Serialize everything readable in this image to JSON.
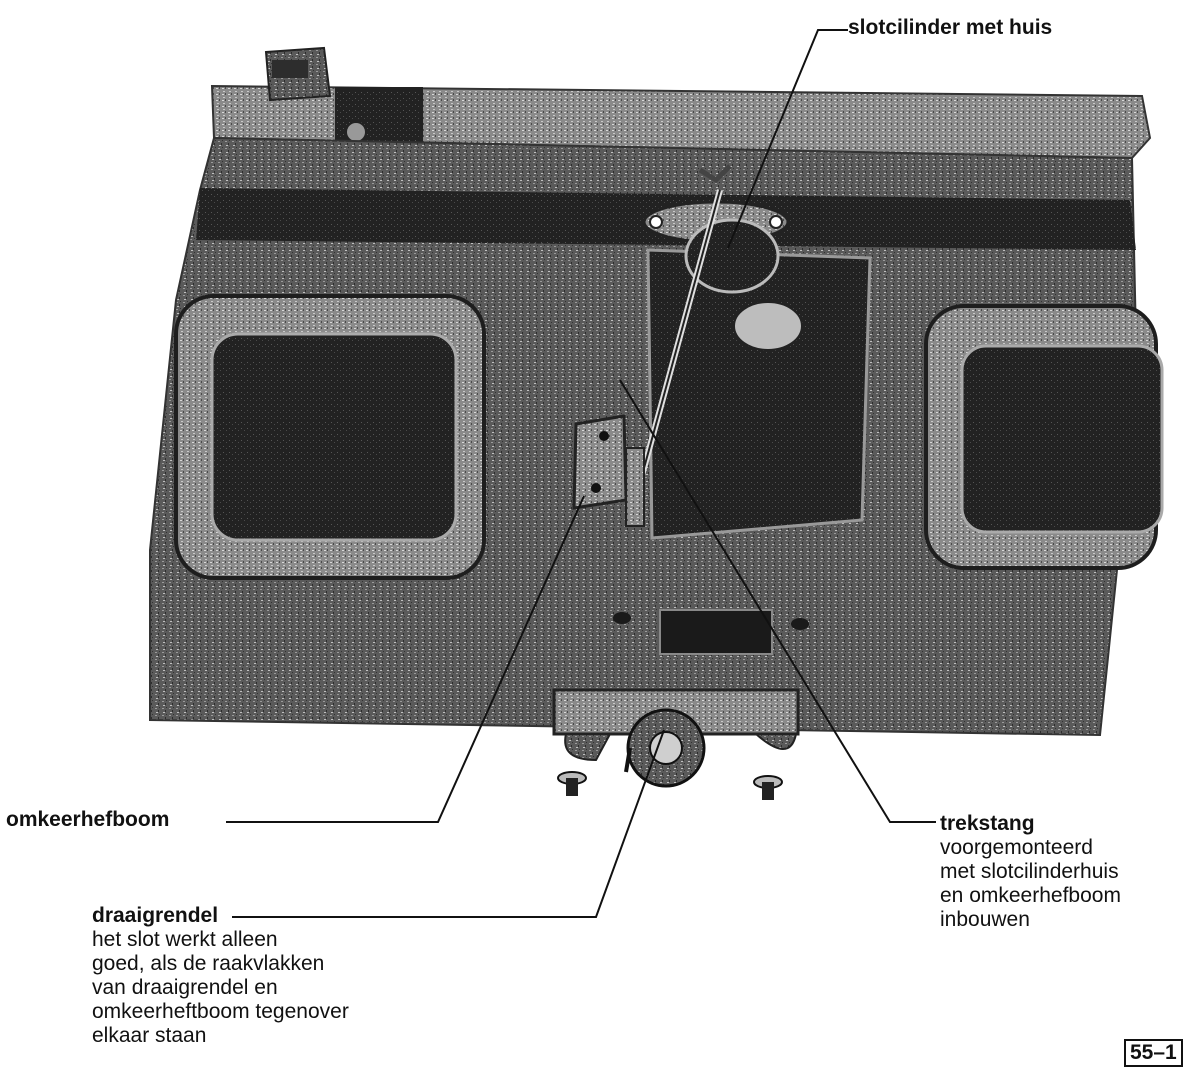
{
  "colors": {
    "background": "#ffffff",
    "metal_dark": "#2b2b2b",
    "metal_mid": "#6d6d6d",
    "metal_light": "#b5b5b5",
    "ink": "#111111"
  },
  "labels": {
    "slotcilinder": "slotcilinder met huis",
    "omkeerhefboom": "omkeerhefboom",
    "trekstang": {
      "title": "trekstang",
      "lines": [
        "voorgemonteerd",
        "met slotcilinderhuis",
        "en omkeerhefboom",
        "inbouwen"
      ]
    },
    "draaigrendel": {
      "title": "draaigrendel",
      "lines": [
        "het slot werkt alleen",
        "goed, als de raakvlakken",
        "van draaigrendel en",
        "omkeerheftboom tegenover",
        "elkaar staan"
      ]
    }
  },
  "figure_number": "55–1"
}
